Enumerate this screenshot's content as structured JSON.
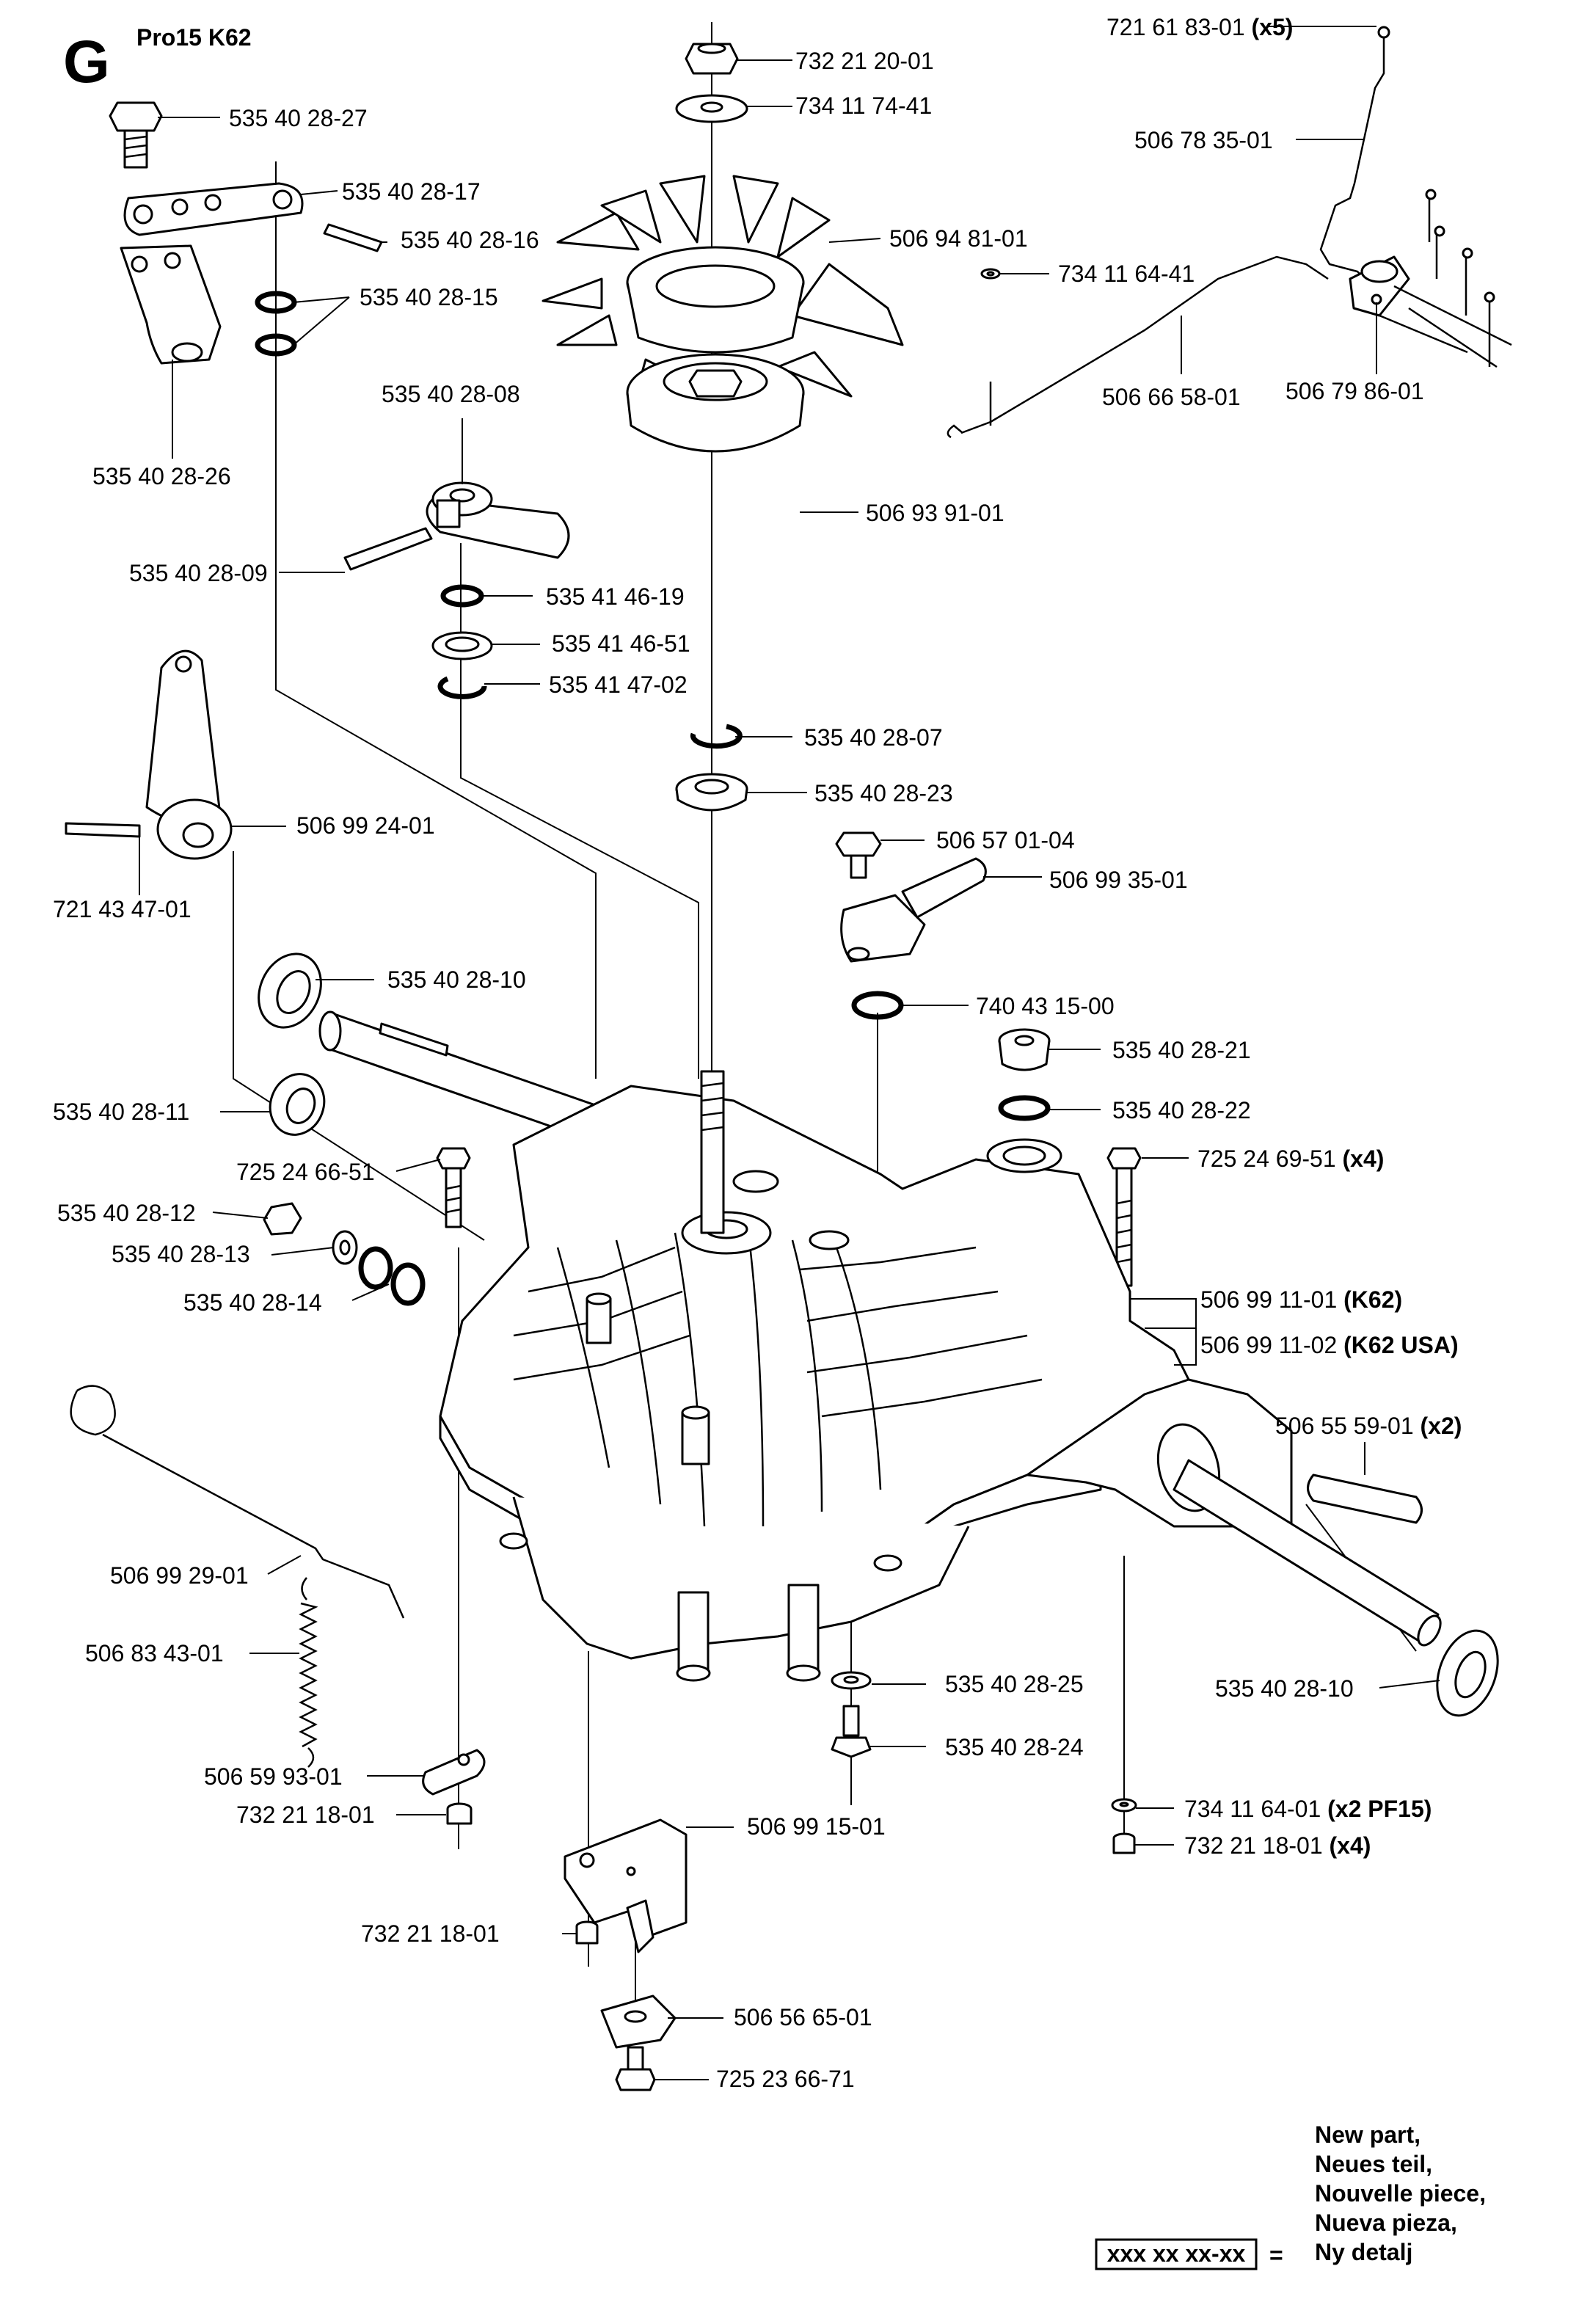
{
  "header": {
    "letter": "G",
    "model": "Pro15 K62"
  },
  "parts": [
    {
      "id": "p01",
      "num": "732 21 20-01"
    },
    {
      "id": "p02",
      "num": "734 11 74-41"
    },
    {
      "id": "p03",
      "num": "535 40 28-27"
    },
    {
      "id": "p04",
      "num": "535 40 28-17"
    },
    {
      "id": "p05",
      "num": "535 40 28-16"
    },
    {
      "id": "p06",
      "num": "535 40 28-15"
    },
    {
      "id": "p07",
      "num": "535 40 28-26"
    },
    {
      "id": "p08",
      "num": "506 94 81-01"
    },
    {
      "id": "p09",
      "num": "721 61 83-01",
      "qty": "(x5)"
    },
    {
      "id": "p10",
      "num": "506 78 35-01"
    },
    {
      "id": "p11",
      "num": "734 11 64-41"
    },
    {
      "id": "p12",
      "num": "506 66 58-01"
    },
    {
      "id": "p13",
      "num": "506 79 86-01"
    },
    {
      "id": "p14",
      "num": "535 40 28-08"
    },
    {
      "id": "p15",
      "num": "506 93 91-01"
    },
    {
      "id": "p16",
      "num": "535 40 28-09"
    },
    {
      "id": "p17",
      "num": "535 41 46-19"
    },
    {
      "id": "p18",
      "num": "535 41 46-51"
    },
    {
      "id": "p19",
      "num": "535 41 47-02"
    },
    {
      "id": "p20",
      "num": "535 40 28-07"
    },
    {
      "id": "p21",
      "num": "535 40 28-23"
    },
    {
      "id": "p22",
      "num": "506 99 24-01"
    },
    {
      "id": "p23",
      "num": "506 57 01-04"
    },
    {
      "id": "p24",
      "num": "721 43 47-01"
    },
    {
      "id": "p25",
      "num": "506 99 35-01"
    },
    {
      "id": "p26",
      "num": "535 40 28-10"
    },
    {
      "id": "p27",
      "num": "740 43 15-00"
    },
    {
      "id": "p28",
      "num": "535 40 28-21"
    },
    {
      "id": "p29",
      "num": "535 40 28-11"
    },
    {
      "id": "p30",
      "num": "535 40 28-22"
    },
    {
      "id": "p31",
      "num": "725 24 66-51"
    },
    {
      "id": "p32",
      "num": "725 24 69-51",
      "qty": "(x4)"
    },
    {
      "id": "p33",
      "num": "535 40 28-12"
    },
    {
      "id": "p34",
      "num": "535 40 28-13"
    },
    {
      "id": "p35",
      "num": "535 40 28-14"
    },
    {
      "id": "p36",
      "num": "506 99 11-01",
      "qty": "(K62)"
    },
    {
      "id": "p37",
      "num": "506 99 11-02",
      "qty": "(K62 USA)"
    },
    {
      "id": "p38",
      "num": "506 55 59-01",
      "qty": "(x2)"
    },
    {
      "id": "p39",
      "num": "506 99 29-01"
    },
    {
      "id": "p40",
      "num": "506 83 43-01"
    },
    {
      "id": "p41",
      "num": "535 40 28-10"
    },
    {
      "id": "p42",
      "num": "535 40 28-25"
    },
    {
      "id": "p43",
      "num": "535 40 28-24"
    },
    {
      "id": "p44",
      "num": "506 59 93-01"
    },
    {
      "id": "p45",
      "num": "732 21 18-01"
    },
    {
      "id": "p46",
      "num": "734 11 64-01",
      "qty": "(x2 PF15)"
    },
    {
      "id": "p47",
      "num": "506 99 15-01"
    },
    {
      "id": "p48",
      "num": "732 21 18-01",
      "qty": "(x4)"
    },
    {
      "id": "p49",
      "num": "732 21 18-01"
    },
    {
      "id": "p50",
      "num": "506 56 65-01"
    },
    {
      "id": "p51",
      "num": "725 23 66-71"
    }
  ],
  "legend": {
    "lines": [
      "New part,",
      "Neues teil,",
      "Nouvelle piece,",
      "Nueva pieza,",
      "Ny detalj"
    ],
    "box": "xxx xx xx-xx",
    "equals": "="
  }
}
